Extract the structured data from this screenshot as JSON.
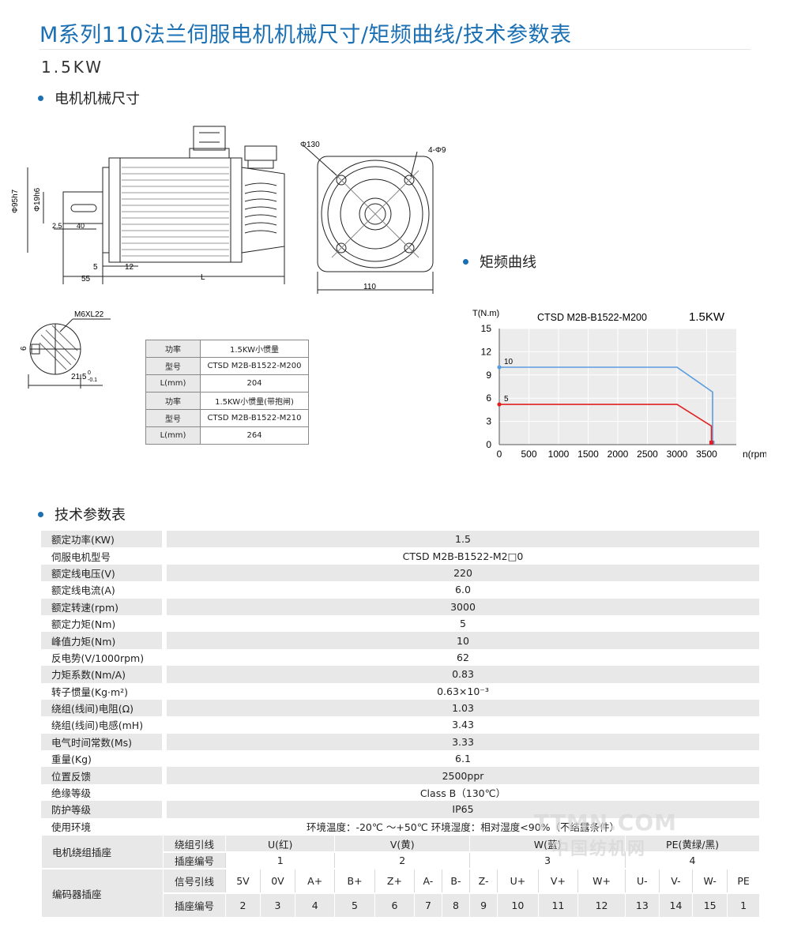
{
  "title": "M系列110法兰伺服电机机械尺寸/矩频曲线/技术参数表",
  "power_label": "1.5KW",
  "sections": {
    "mechanical": "电机机械尺寸",
    "curve": "矩频曲线",
    "tech": "技术参数表"
  },
  "drawing": {
    "dim_95": "Φ95h7",
    "dim_19": "Φ19h6",
    "dim_25": "2.5",
    "dim_40": "40",
    "dim_5": "5",
    "dim_12": "12",
    "dim_55": "55",
    "dim_L": "L",
    "dim_130": "Φ130",
    "dim_holes": "4-Φ9",
    "dim_110": "110",
    "dim_m6": "M6XL22",
    "dim_6": "6",
    "dim_215": "21.5",
    "tol_top": "0",
    "tol_bot": "-0.1"
  },
  "models_table": [
    {
      "k": "功率",
      "v": "1.5KW小惯量"
    },
    {
      "k": "型号",
      "v": "CTSD M2B-B1522-M200"
    },
    {
      "k": "L(mm)",
      "v": "204"
    },
    {
      "k": "功率",
      "v": "1.5KW小惯量(带抱闸)"
    },
    {
      "k": "型号",
      "v": "CTSD M2B-B1522-M210"
    },
    {
      "k": "L(mm)",
      "v": "264"
    }
  ],
  "chart_data": {
    "type": "line",
    "title": "CTSD M2B-B1522-M200",
    "power": "1.5KW",
    "ylabel": "T(N.m)",
    "xlabel": "n(rpm)",
    "xlim": [
      0,
      4000
    ],
    "ylim": [
      0,
      15
    ],
    "xticks": [
      0,
      500,
      1000,
      1500,
      2000,
      2500,
      3000,
      3500
    ],
    "yticks": [
      0,
      3,
      6,
      9,
      12,
      15
    ],
    "grid": true,
    "series": [
      {
        "label": "10",
        "color": "#5b9be0",
        "x": [
          0,
          3000,
          3600,
          3600
        ],
        "y": [
          10,
          10,
          6.8,
          0
        ]
      },
      {
        "label": "5",
        "color": "#e02020",
        "x": [
          0,
          3000,
          3580,
          3580
        ],
        "y": [
          5.2,
          5.2,
          2.4,
          0
        ]
      }
    ]
  },
  "tech_rows": [
    {
      "label": "额定功率(KW)",
      "value": "1.5"
    },
    {
      "label": "伺服电机型号",
      "value": "CTSD M2B-B1522-M2□0"
    },
    {
      "label": "额定线电压(V)",
      "value": "220"
    },
    {
      "label": "额定线电流(A)",
      "value": "6.0"
    },
    {
      "label": "额定转速(rpm)",
      "value": "3000"
    },
    {
      "label": "额定力矩(Nm)",
      "value": "5"
    },
    {
      "label": "峰值力矩(Nm)",
      "value": "10"
    },
    {
      "label": "反电势(V/1000rpm)",
      "value": "62"
    },
    {
      "label": "力矩系数(Nm/A)",
      "value": "0.83"
    },
    {
      "label": "转子惯量(Kg·m²)",
      "value": "0.63×10⁻³"
    },
    {
      "label": "绕组(线间)电阻(Ω)",
      "value": "1.03"
    },
    {
      "label": "绕组(线间)电感(mH)",
      "value": "3.43"
    },
    {
      "label": "电气时间常数(Ms)",
      "value": "3.33"
    },
    {
      "label": "重量(Kg)",
      "value": "6.1"
    },
    {
      "label": "位置反馈",
      "value": "2500ppr"
    },
    {
      "label": "绝缘等级",
      "value": "Class B（130℃）"
    },
    {
      "label": "防护等级",
      "value": "IP65"
    },
    {
      "label": "使用环境",
      "value": "环境温度：-20℃ ～+50℃    环境湿度：相对湿度<90%（不结露条件）"
    }
  ],
  "motor_socket": {
    "label": "电机绕组插座",
    "row1_label": "绕组引线",
    "row2_label": "插座编号",
    "leads": [
      "U(红)",
      "V(黄)",
      "W(蓝)",
      "PE(黄绿/黑)"
    ],
    "numbers": [
      "1",
      "2",
      "3",
      "4"
    ]
  },
  "encoder_socket": {
    "label": "编码器插座",
    "row1_label": "信号引线",
    "row2_label": "插座编号",
    "signals": [
      "5V",
      "0V",
      "A+",
      "B+",
      "Z+",
      "A-",
      "B-",
      "Z-",
      "U+",
      "V+",
      "W+",
      "U-",
      "V-",
      "W-",
      "PE"
    ],
    "numbers": [
      "2",
      "3",
      "4",
      "5",
      "6",
      "7",
      "8",
      "9",
      "10",
      "11",
      "12",
      "13",
      "14",
      "15",
      "1"
    ]
  },
  "watermark": {
    "line1": "TTMN.COM",
    "line2": "中国纺机网"
  }
}
